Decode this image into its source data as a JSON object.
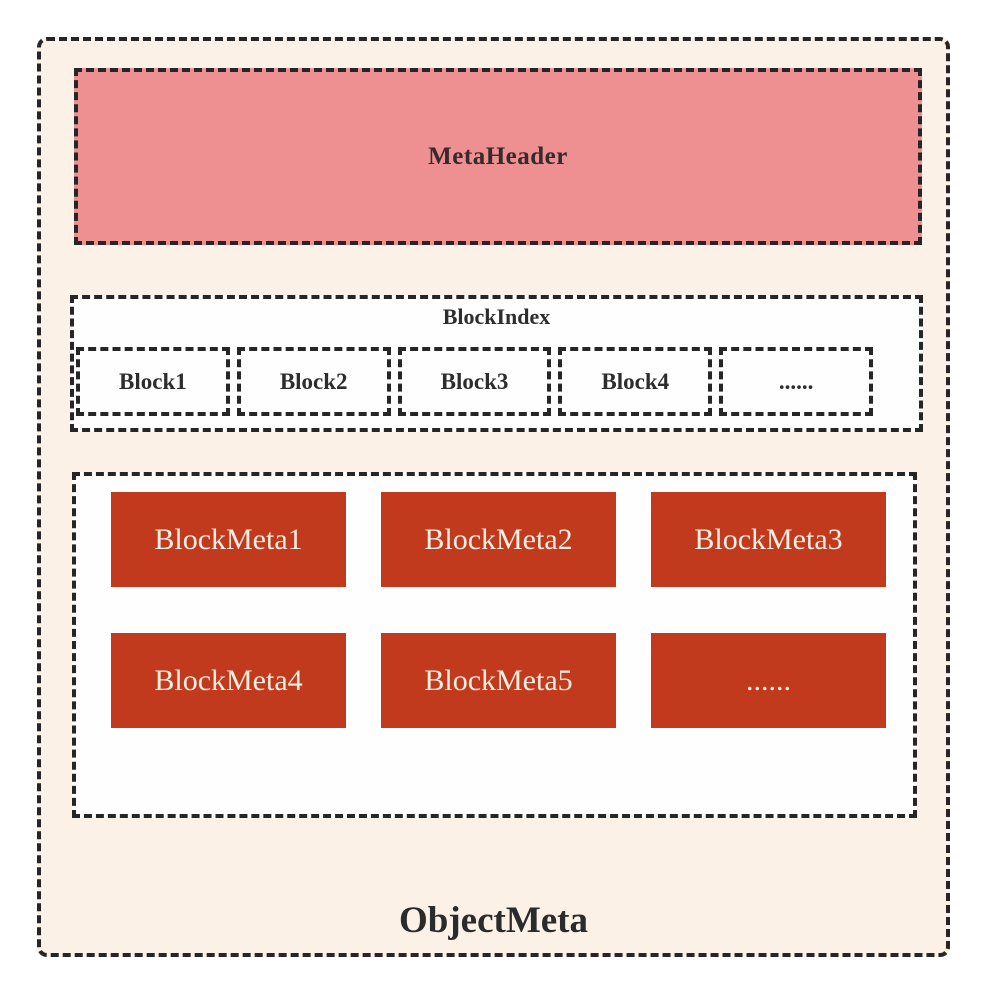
{
  "diagram": {
    "object_meta_label": "ObjectMeta",
    "meta_header": {
      "label": "MetaHeader"
    },
    "block_index": {
      "title": "BlockIndex",
      "blocks": [
        "Block1",
        "Block2",
        "Block3",
        "Block4",
        "......"
      ]
    },
    "block_meta": {
      "items": [
        "BlockMeta1",
        "BlockMeta2",
        "BlockMeta3",
        "BlockMeta4",
        "BlockMeta5",
        "......"
      ]
    },
    "colors": {
      "page_background": "#ffffff",
      "container_background": "#fbf1e6",
      "meta_header_background": "#ee8f91",
      "block_meta_background": "#c23a1e",
      "inner_panel_background": "#fefefe",
      "dashed_border": "#262626",
      "dark_text": "#2d2d2d",
      "light_text": "#f8efe0"
    }
  }
}
